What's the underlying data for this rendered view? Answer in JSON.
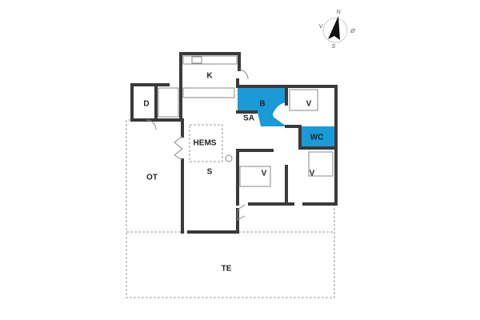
{
  "rooms": {
    "kitchen": "K",
    "storage": "D",
    "bathroom": "B",
    "bedroom_1": "V",
    "sauna": "SA",
    "toilet": "WC",
    "loft": "HEMS",
    "living": "S",
    "bedroom_2": "V",
    "bedroom_3": "V",
    "covered_terrace": "OT",
    "terrace": "TE"
  },
  "compass": {
    "north": "N",
    "south": "S",
    "east": "Ø",
    "west": "V"
  },
  "colors": {
    "wet_room": "#1a9ad6",
    "wall": "#3a3a3a"
  }
}
